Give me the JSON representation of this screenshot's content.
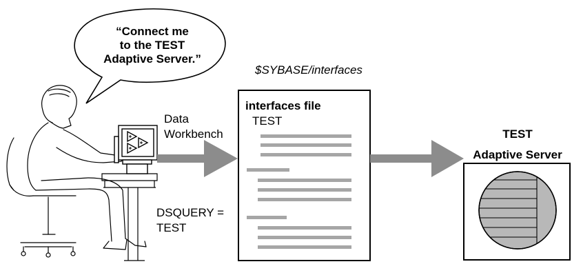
{
  "speech_bubble": {
    "lines": [
      "“Connect me",
      "to the TEST",
      "Adaptive Server.”"
    ]
  },
  "interfaces_path": "$SYBASE/interfaces",
  "client_app": {
    "line1": "Data",
    "line2": "Workbench"
  },
  "interfaces_file": {
    "title": "interfaces file",
    "entry": "TEST"
  },
  "env_var": {
    "line1": "DSQUERY =",
    "line2": "TEST"
  },
  "server": {
    "line1": "TEST",
    "line2": "Adaptive Server"
  },
  "colors": {
    "arrow": "#8c8c8c",
    "text_bar": "#a6a6a6",
    "disk_fill": "#b8b8b8",
    "outline": "#000000"
  }
}
